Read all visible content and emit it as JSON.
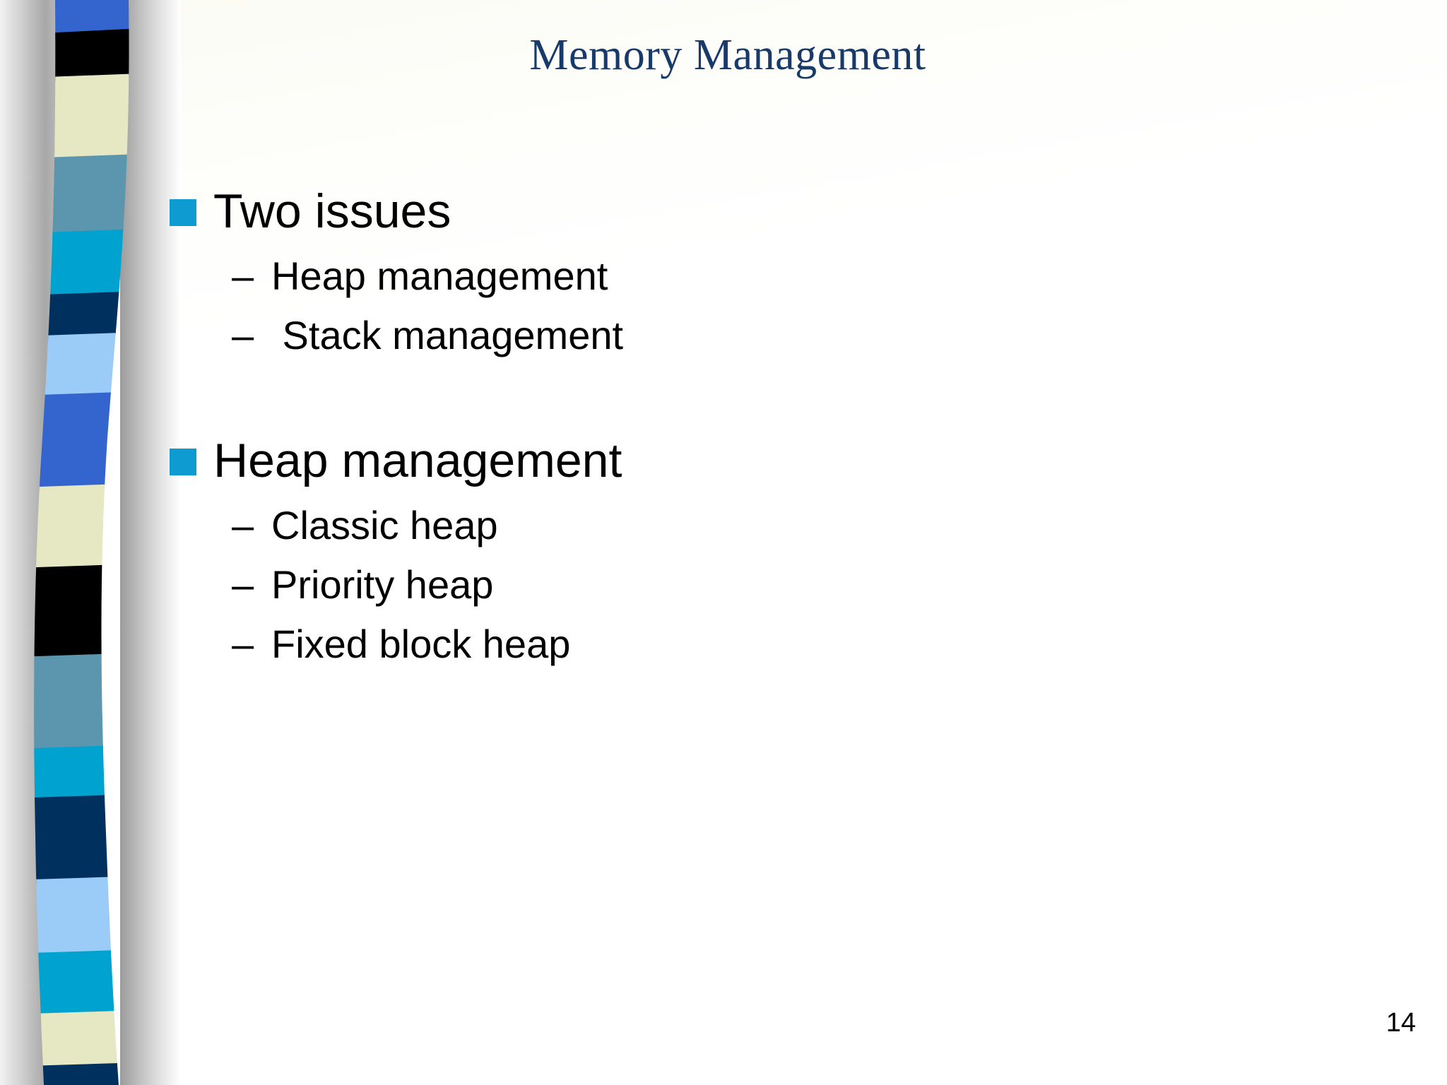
{
  "slide": {
    "title": "Memory Management",
    "page_number": "14",
    "background_color": "#ffffff",
    "title_color": "#173a6b",
    "bullet_color": "#0d9bd2",
    "text_color": "#000000"
  },
  "content": {
    "groups": [
      {
        "heading": "Two issues",
        "bullet_icon": "square-bullet-icon",
        "subitems": [
          {
            "dash": "–",
            "label": "Heap management"
          },
          {
            "dash": "–",
            "label": " Stack management"
          }
        ]
      },
      {
        "heading": "Heap management",
        "bullet_icon": "square-bullet-icon",
        "subitems": [
          {
            "dash": "–",
            "label": "Classic heap"
          },
          {
            "dash": "–",
            "label": "Priority heap"
          },
          {
            "dash": "–",
            "label": "Fixed block heap"
          }
        ]
      }
    ]
  },
  "decoration": {
    "band_name": "vertical-striped-band",
    "stripe_colors": [
      "#3465cf",
      "#000000",
      "#e6e7c3",
      "#5b95ae",
      "#00a2cf",
      "#00305e",
      "#9bcbf7",
      "#3465cf",
      "#e6e7c3",
      "#000000",
      "#5b95ae",
      "#00a2cf",
      "#00305e",
      "#9bcbf7",
      "#00a2cf",
      "#e6e7c3",
      "#00305e"
    ]
  }
}
